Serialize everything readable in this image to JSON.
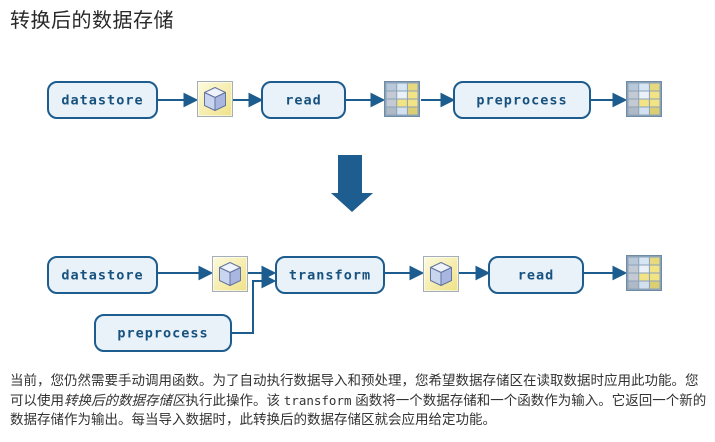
{
  "page_title": "转换后的数据存储",
  "colors": {
    "diagram_stroke": "#1c5c8e",
    "box_fill": "#e9f1f9",
    "box_label": "#17527f",
    "down_arrow": "#1d5d90",
    "cube_icon_bg": "#f1e48a",
    "table_icon_yellow": "#f2e385",
    "table_icon_gray": "#c3cad3",
    "table_icon_blue": "#d8e5f2",
    "body_text": "#333333"
  },
  "icons": {
    "cube": "cube-icon",
    "table": "table-icon",
    "down_arrow": "down-arrow-icon"
  },
  "diagram_before": {
    "boxes": [
      "datastore",
      "read",
      "preprocess"
    ]
  },
  "diagram_after": {
    "boxes": [
      "datastore",
      "transform",
      "read",
      "preprocess"
    ]
  },
  "paragraph": {
    "part1": "当前，您仍然需要手动调用函数。为了自动执行数据导入和预处理，您希望数据存储区在读取数据时应用此功能。您可以使用",
    "italic_term": "转换后的数据存储区",
    "part2": "执行此操作。该 ",
    "code_term": "transform",
    "part3": " 函数将一个数据存储和一个函数作为输入。它返回一个新的数据存储作为输出。每当导入数据时，此转换后的数据存储区就会应用给定功能。"
  }
}
